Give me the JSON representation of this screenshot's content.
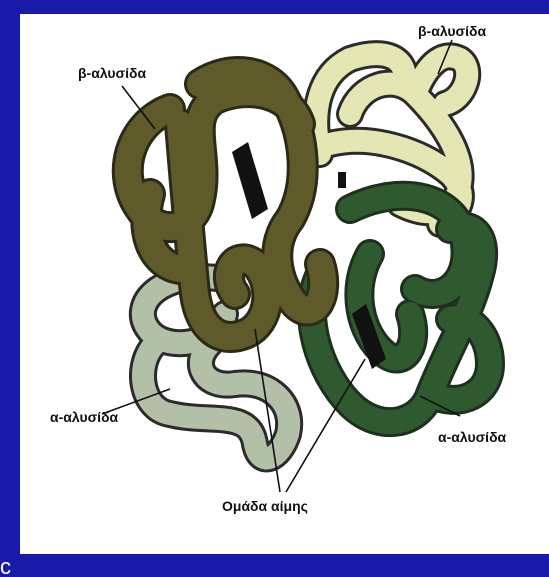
{
  "figure": {
    "labels": {
      "beta_left": "β-αλυσίδα",
      "beta_right": "β-αλυσίδα",
      "alpha_left": "α-αλυσίδα",
      "alpha_right": "α-αλυσίδα",
      "heme": "Ομάδα αίμης"
    },
    "colors": {
      "slide_background": "#1a1aa8",
      "beta_left_chain": "#5e5a2a",
      "beta_right_chain": "#e4e6b4",
      "alpha_left_chain": "#b3c0a8",
      "alpha_right_chain": "#2f5a30",
      "heme_group": "#111111"
    }
  },
  "corner_text": "c"
}
